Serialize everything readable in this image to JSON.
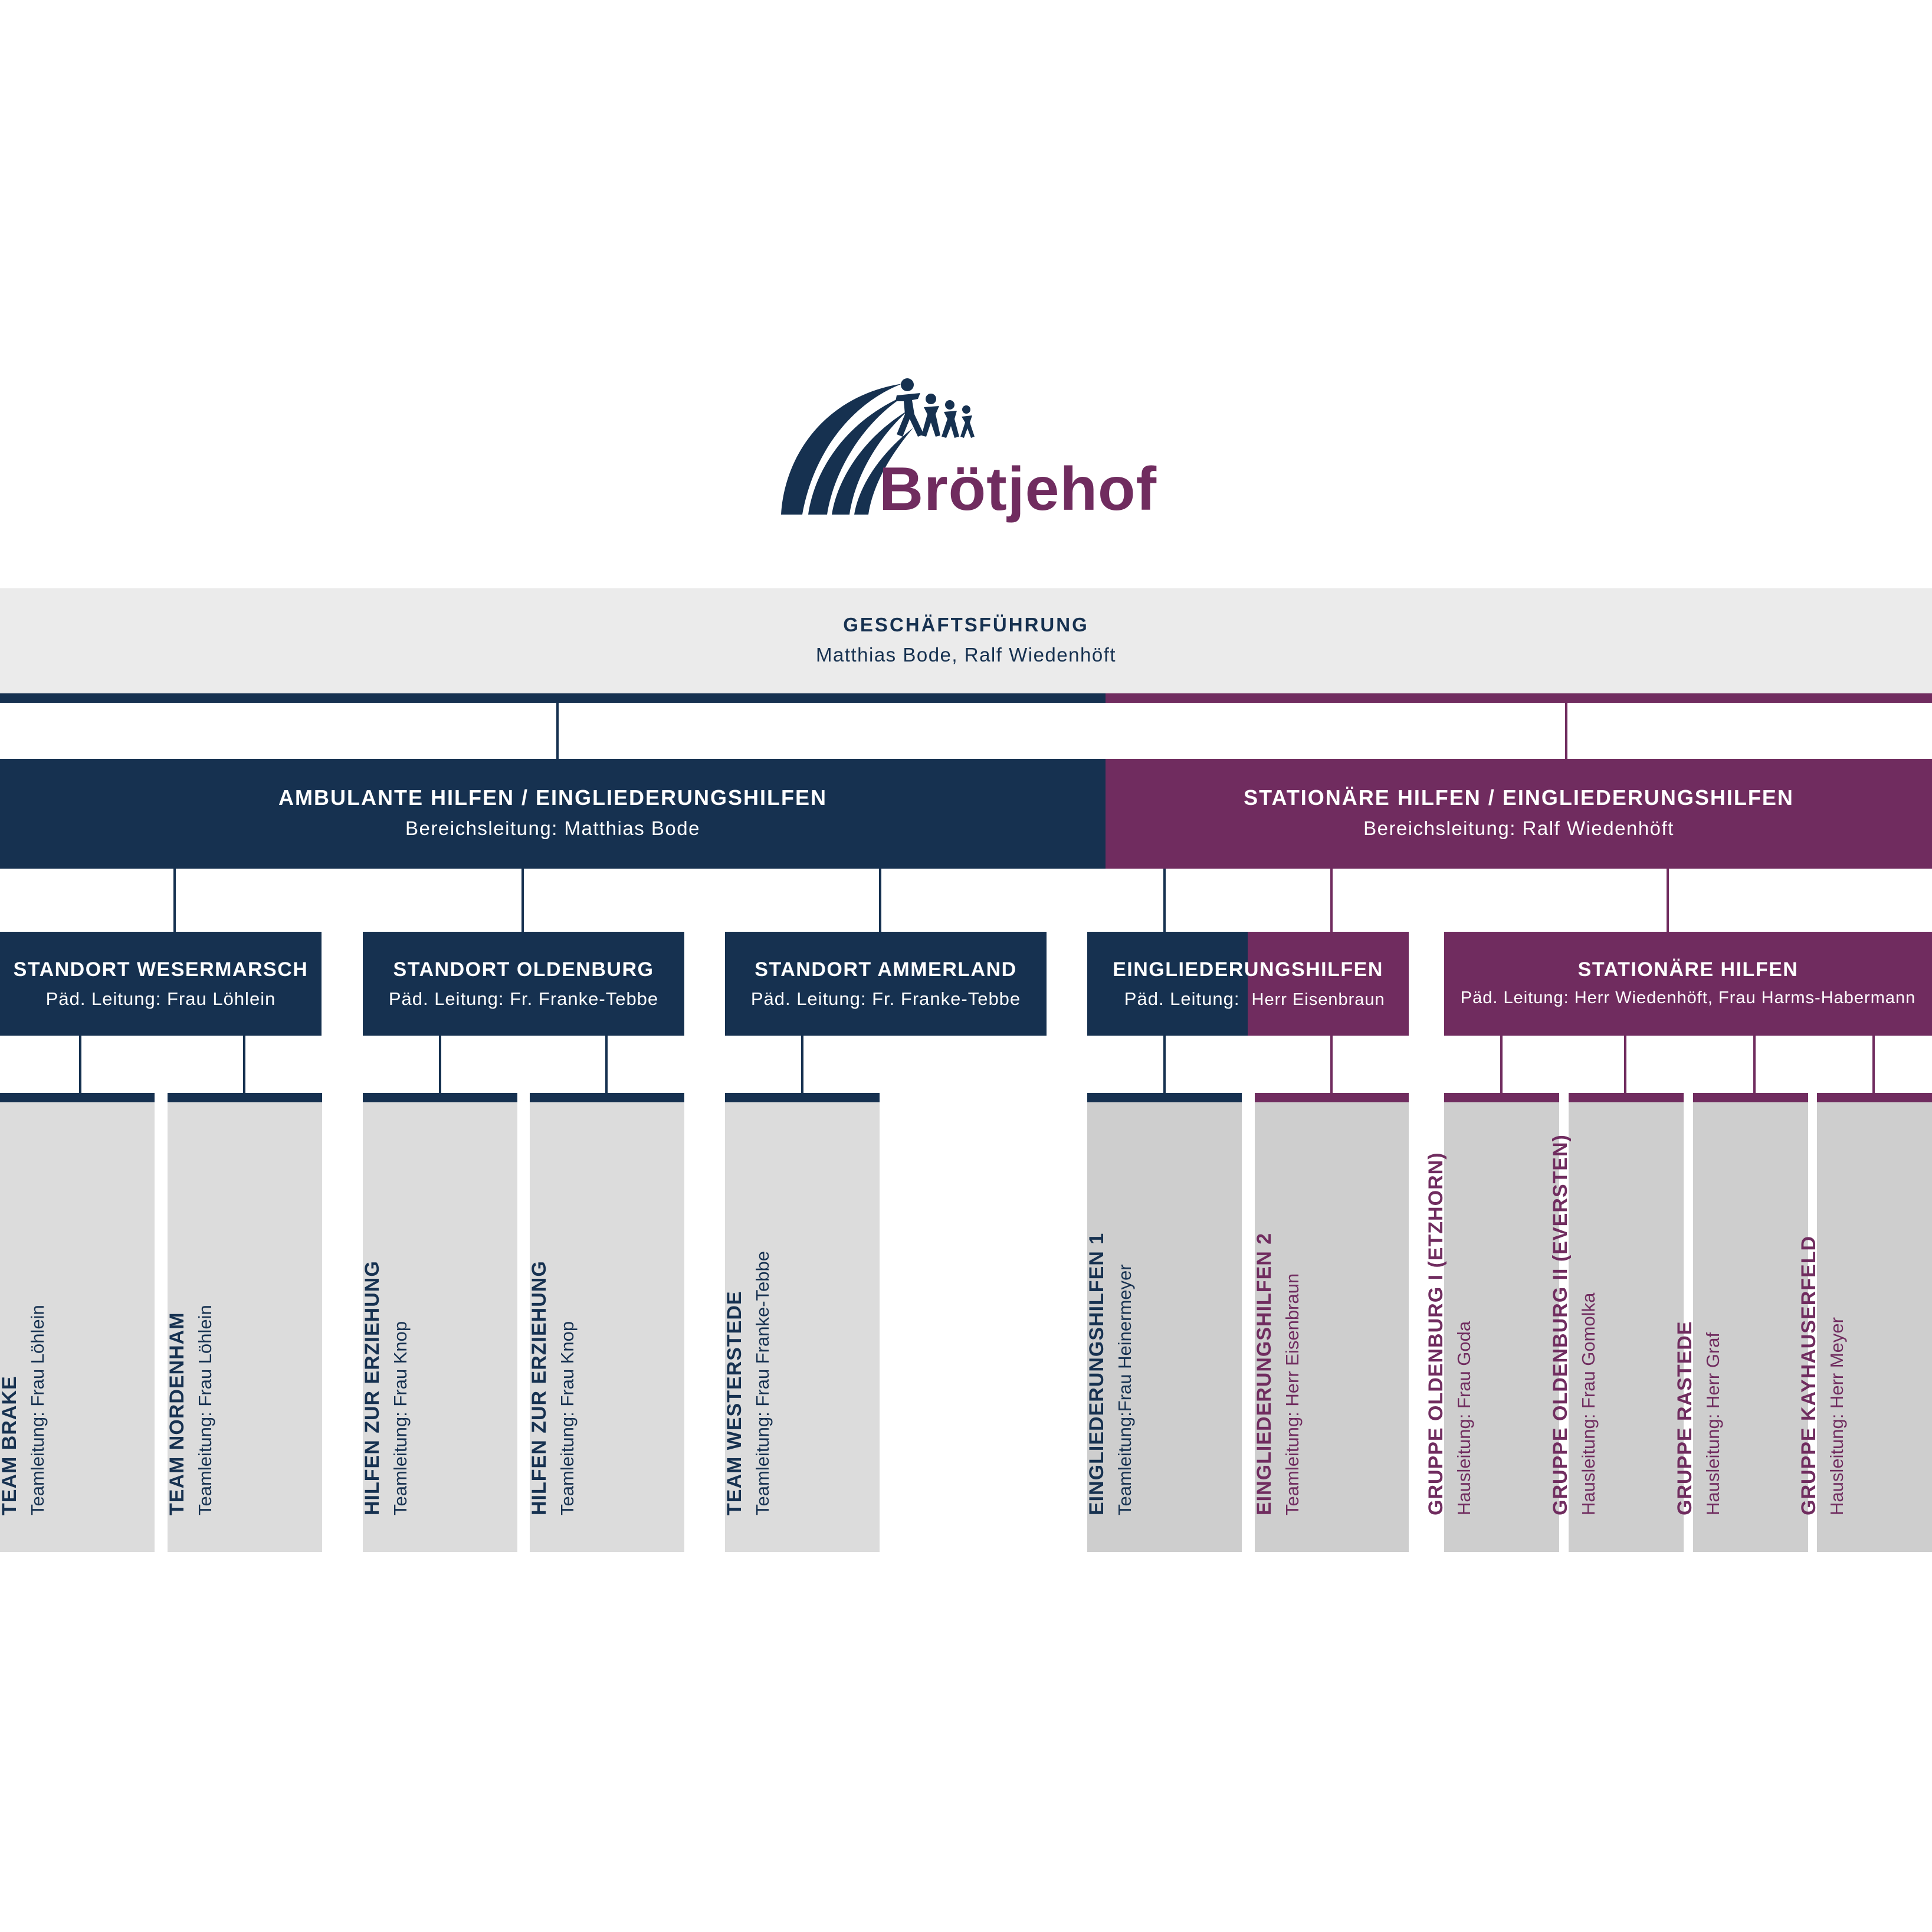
{
  "brand": {
    "name": "Brötjehof",
    "navy": "#163150",
    "plum": "#702c5f",
    "gray": "#ebebeb"
  },
  "geschaeftsfuehrung": {
    "title": "GESCHÄFTSFÜHRUNG",
    "names": "Matthias Bode, Ralf Wiedenhöft"
  },
  "divisions": [
    {
      "title": "AMBULANTE HILFEN / EINGLIEDERUNGSHILFEN",
      "leader": "Bereichsleitung: Matthias Bode"
    },
    {
      "title": "STATIONÄRE HILFEN / EINGLIEDERUNGSHILFEN",
      "leader": "Bereichsleitung: Ralf Wiedenhöft"
    }
  ],
  "standorte": [
    {
      "title": "STANDORT WESERMARSCH",
      "leader": "Päd. Leitung: Frau Löhlein"
    },
    {
      "title": "STANDORT OLDENBURG",
      "leader": "Päd. Leitung: Fr. Franke-Tebbe"
    },
    {
      "title": "STANDORT AMMERLAND",
      "leader": "Päd. Leitung: Fr. Franke-Tebbe"
    },
    {
      "title": "EINGLIEDERUNGSHILFEN",
      "leader_a": "Päd. Leitung:",
      "leader_b": "Herr Eisenbraun"
    },
    {
      "title": "STATIONÄRE HILFEN",
      "leader": "Päd. Leitung: Herr Wiedenhöft, Frau Harms-Habermann"
    }
  ],
  "teams": [
    {
      "title": "TEAM BRAKE",
      "leader": "Teamleitung: Frau Löhlein"
    },
    {
      "title": "TEAM NORDENHAM",
      "leader": "Teamleitung: Frau Löhlein"
    },
    {
      "title": "HILFEN ZUR ERZIEHUNG",
      "leader": "Teamleitung: Frau Knop"
    },
    {
      "title": "HILFEN ZUR ERZIEHUNG",
      "leader": "Teamleitung: Frau Knop"
    },
    {
      "title": "TEAM WESTERSTEDE",
      "leader": "Teamleitung: Frau Franke-Tebbe"
    },
    {
      "title": "EINGLIEDERUNGSHILFEN 1",
      "leader": "Teamleitung:Frau Heinermeyer"
    },
    {
      "title": "EINGLIEDERUNGSHILFEN 2",
      "leader": "Teamleitung: Herr Eisenbraun"
    },
    {
      "title": "GRUPPE OLDENBURG I (ETZHORN)",
      "leader": "Hausleitung: Frau Goda"
    },
    {
      "title": "GRUPPE OLDENBURG II (EVERSTEN)",
      "leader": "Hausleitung: Frau Gomolka"
    },
    {
      "title": "GRUPPE RASTEDE",
      "leader": "Hausleitung: Herr Graf"
    },
    {
      "title": "GRUPPE KAYHAUSERFELD",
      "leader": "Hausleitung: Herr Meyer"
    }
  ]
}
